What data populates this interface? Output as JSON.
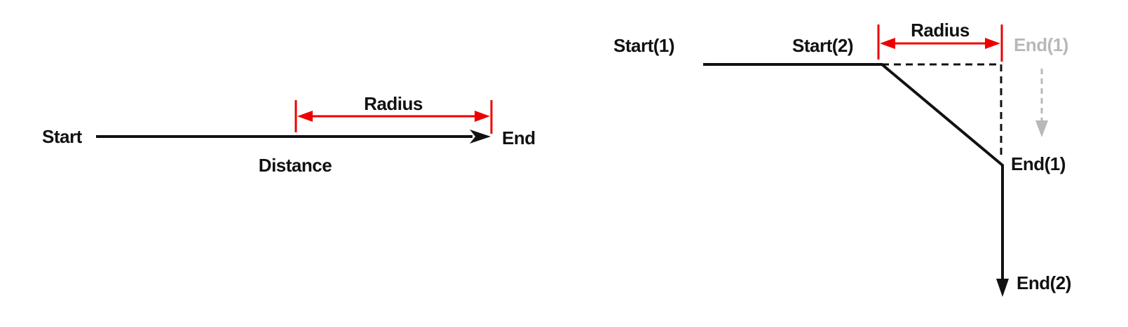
{
  "figures": {
    "left": {
      "start_label": "Start",
      "end_label": "End",
      "radius_label": "Radius",
      "distance_label": "Distance"
    },
    "right": {
      "start1_label": "Start(1)",
      "start2_label": "Start(2)",
      "radius_label": "Radius",
      "end1_ghost_label": "End(1)",
      "end1_label": "End(1)",
      "end2_label": "End(2)"
    }
  },
  "colors": {
    "line": "#111111",
    "accent": "#ee0000",
    "ghost": "#b8b8b8",
    "bg": "#ffffff"
  }
}
